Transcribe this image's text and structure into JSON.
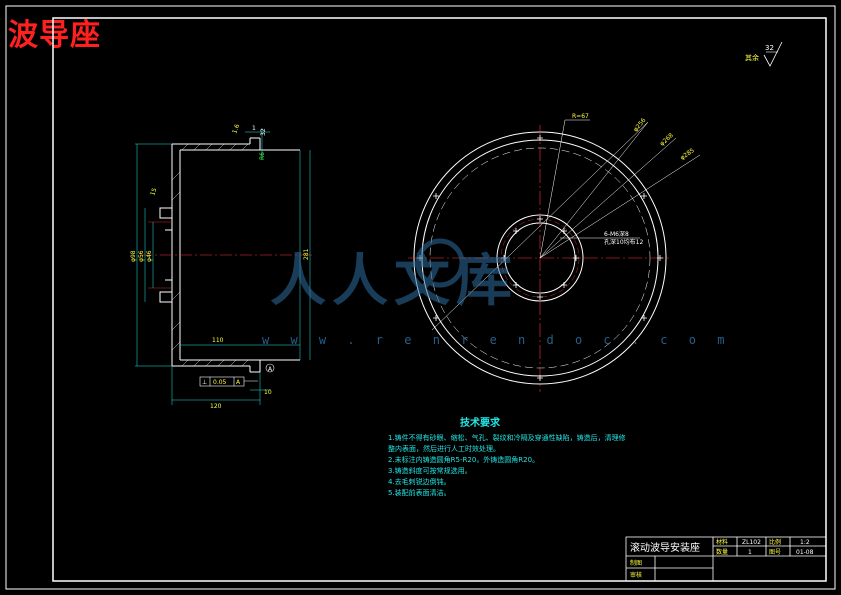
{
  "title": "波导座",
  "watermark": {
    "text": "人人文库",
    "url": "w w w . r e n r e n d o c . c o m"
  },
  "roughness_note": {
    "label": "其余",
    "value": "32"
  },
  "dimensions": {
    "top_small": "1.6",
    "top_val": "1",
    "top_32": "32",
    "r6": "R6",
    "hole_depth": "15",
    "left_outer": "φ98",
    "left_inner1": "φ56",
    "left_inner2": "φ46",
    "height_main": "281",
    "width_inner": "110",
    "width_total": "120",
    "small_right": "10",
    "tol_frame": "0.05",
    "tol_ref": "A",
    "tol_flag": "⊥",
    "datum": "A",
    "leader1": "R=67",
    "leader2": "φ256",
    "leader3": "φ268",
    "leader4": "φ285",
    "hole_spec1": "6-M6深8",
    "hole_spec2": "孔深10均布12"
  },
  "tech_requirements": {
    "heading": "技术要求",
    "notes": [
      "1.铸件不得有砂眼、缩松、气孔、裂纹和冷隔及穿通性缺陷，铸造后，清理修",
      "整内表面，然后进行人工时效处理。",
      "2.未标注内铸造圆角R5-R20，外铸造圆角R20。",
      "3.铸造斜度可按常规选用。",
      "4.去毛刺锐边倒钝。",
      "5.装配前表面清洁。"
    ]
  },
  "title_block": {
    "part_name": "滚动波导安装座",
    "material_label": "材料",
    "material": "ZL102",
    "scale_label": "比例",
    "scale": "1:2",
    "qty_label": "数量",
    "qty": "1",
    "drawing_no_label": "图号",
    "drawing_no": "01-08",
    "drawn_label": "制图",
    "checked_label": "审核"
  },
  "colors": {
    "background": "#000000",
    "outline": "#ffffff",
    "dimension": "#22e6e6",
    "center_line": "#ff3030",
    "title_red": "#ff2020",
    "label_yellow": "#ffff40",
    "label_green": "#40ff40",
    "watermark": "#2f6fa0"
  }
}
